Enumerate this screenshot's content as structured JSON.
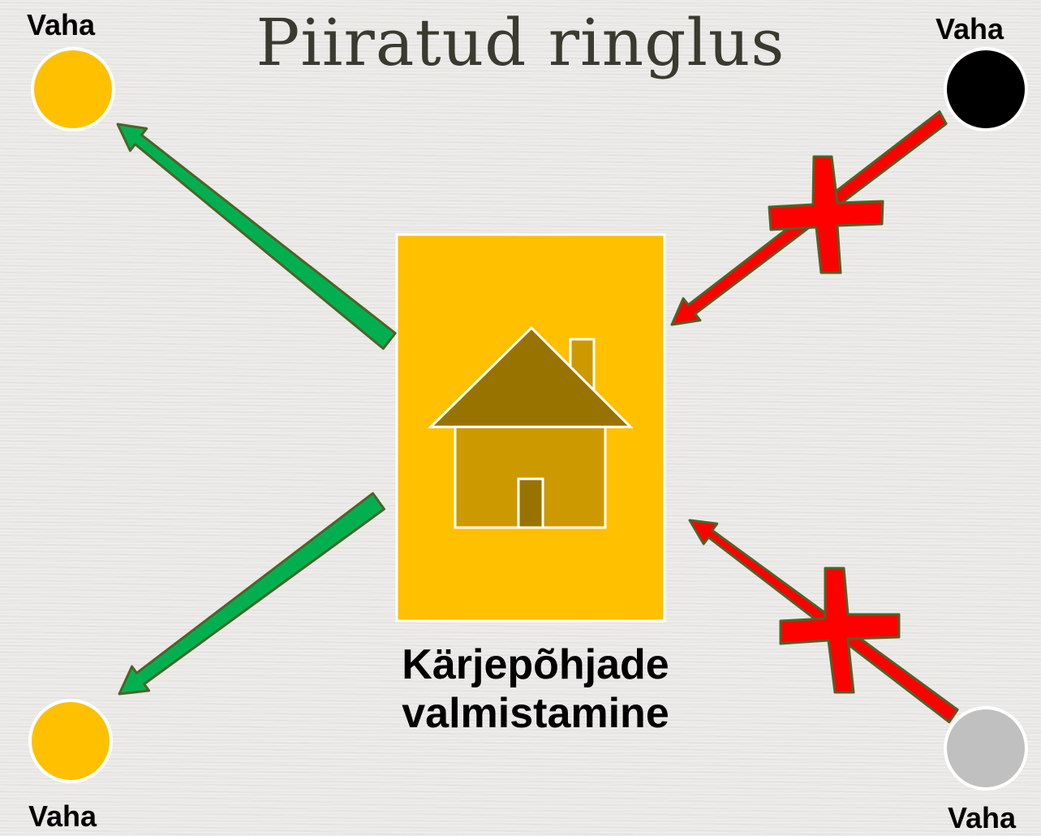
{
  "title": "Piiratud ringlus",
  "center_label_line1": "Kärjepõhjade",
  "center_label_line2": "valmistamine",
  "nodes": {
    "top_left": {
      "label": "Vaha",
      "color": "#ffc000"
    },
    "top_right": {
      "label": "Vaha",
      "color": "#000000"
    },
    "bottom_left": {
      "label": "Vaha",
      "color": "#ffc000"
    },
    "bottom_right": {
      "label": "Vaha",
      "color": "#c0c0c0"
    }
  },
  "colors": {
    "allowed_arrow": "#00b050",
    "blocked_arrow": "#ff0000",
    "arrow_outline": "#4f6228",
    "center_box": "#ffc000",
    "roof": "#997300",
    "house_body": "#cc9900"
  },
  "icons": [
    "house-icon",
    "cross-icon"
  ]
}
